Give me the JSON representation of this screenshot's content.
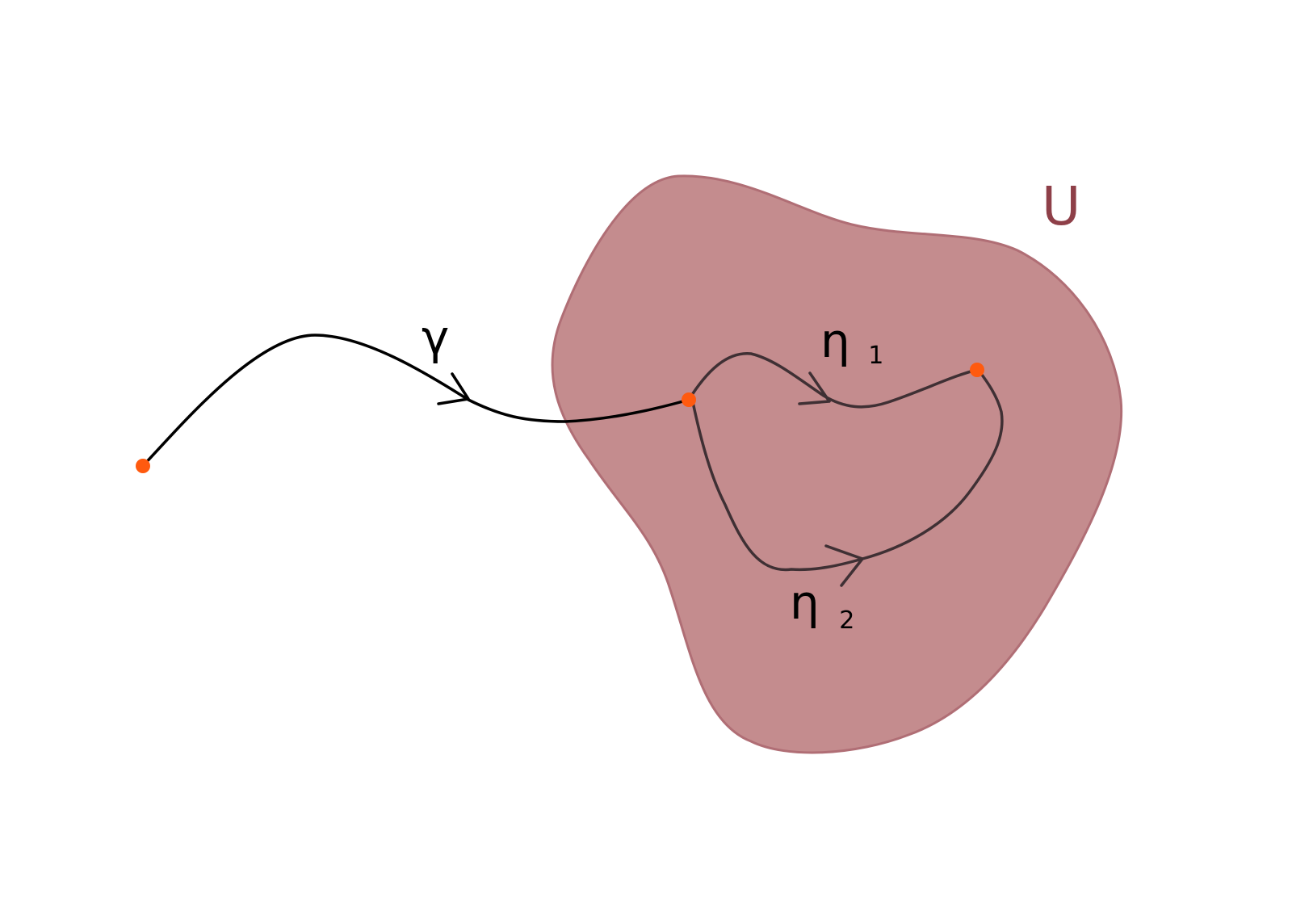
{
  "colors": {
    "background": "#ffffff",
    "region_fill": "#c48c8e",
    "region_stroke": "#b06e75",
    "region_label": "#8e3f48",
    "gamma_path": "#000000",
    "eta_path": "#3f3034",
    "point": "#ff5a0f",
    "label_text": "#000000"
  },
  "region": {
    "label": "U"
  },
  "paths": {
    "gamma": {
      "symbol": "γ",
      "subscript": ""
    },
    "eta1": {
      "symbol": "η",
      "subscript": "1"
    },
    "eta2": {
      "symbol": "η",
      "subscript": "2"
    }
  }
}
